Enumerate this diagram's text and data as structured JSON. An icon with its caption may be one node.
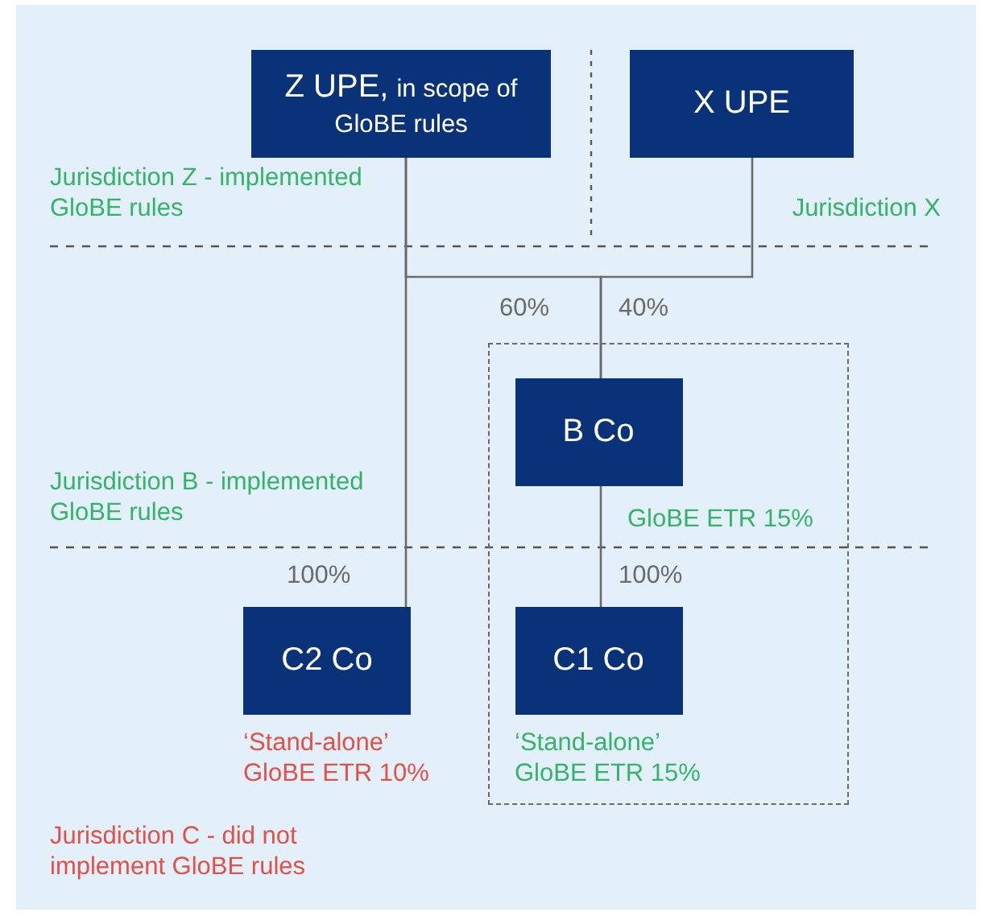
{
  "diagram": {
    "nodes": [
      {
        "text": [
          "Z UPE,",
          "in scope of GloBE rules"
        ]
      },
      {
        "text": [
          "X UPE"
        ]
      },
      {
        "text": [],
        "shape": "box"
      },
      {
        "text": [
          "B Co"
        ],
        "in": 2,
        "beside": [
          "GloBE ETR 15%"
        ]
      },
      {
        "text": [
          "C2 Co"
        ],
        "beside": [
          "‘Stand-alone’ GloBE ETR 10%"
        ]
      },
      {
        "text": [
          "C1 Co"
        ],
        "in": 2,
        "beside": [
          "‘Stand-alone’ GloBE ETR 15%"
        ]
      }
    ],
    "edges": [
      {
        "from": 0,
        "to": 3,
        "arrow": "none",
        "label": "60%"
      },
      {
        "from": 1,
        "to": 3,
        "arrow": "none",
        "label": "40%"
      },
      {
        "from": 0,
        "to": 4,
        "arrow": "none",
        "label": "100%"
      },
      {
        "from": 3,
        "to": 5,
        "arrow": "none",
        "label": "100%"
      }
    ],
    "labels": [
      "Jurisdiction Z - implemented GloBE rules",
      "Jurisdiction X",
      "Jurisdiction B - implemented GloBE rules",
      "Jurisdiction C - did not implement GloBE rules"
    ]
  }
}
